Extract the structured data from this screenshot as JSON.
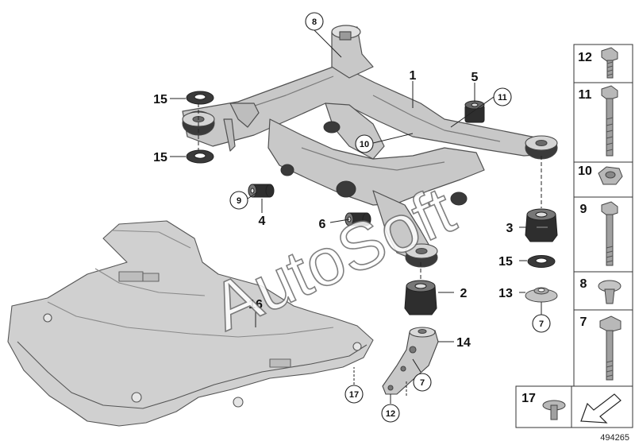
{
  "watermark": "AutoSoft",
  "figure_number": "494265",
  "callouts": {
    "c1": "1",
    "c2": "2",
    "c3": "3",
    "c4": "4",
    "c5": "5",
    "c6": "6",
    "c7a": "7",
    "c7b": "7",
    "c8": "8",
    "c9": "9",
    "c10": "10",
    "c11": "11",
    "c12": "12",
    "c13": "13",
    "c14": "14",
    "c15a": "15",
    "c15b": "15",
    "c15c": "15",
    "c16": "16",
    "c17": "17"
  },
  "side_panel": [
    "12",
    "11",
    "10",
    "9",
    "8",
    "7",
    "17"
  ]
}
